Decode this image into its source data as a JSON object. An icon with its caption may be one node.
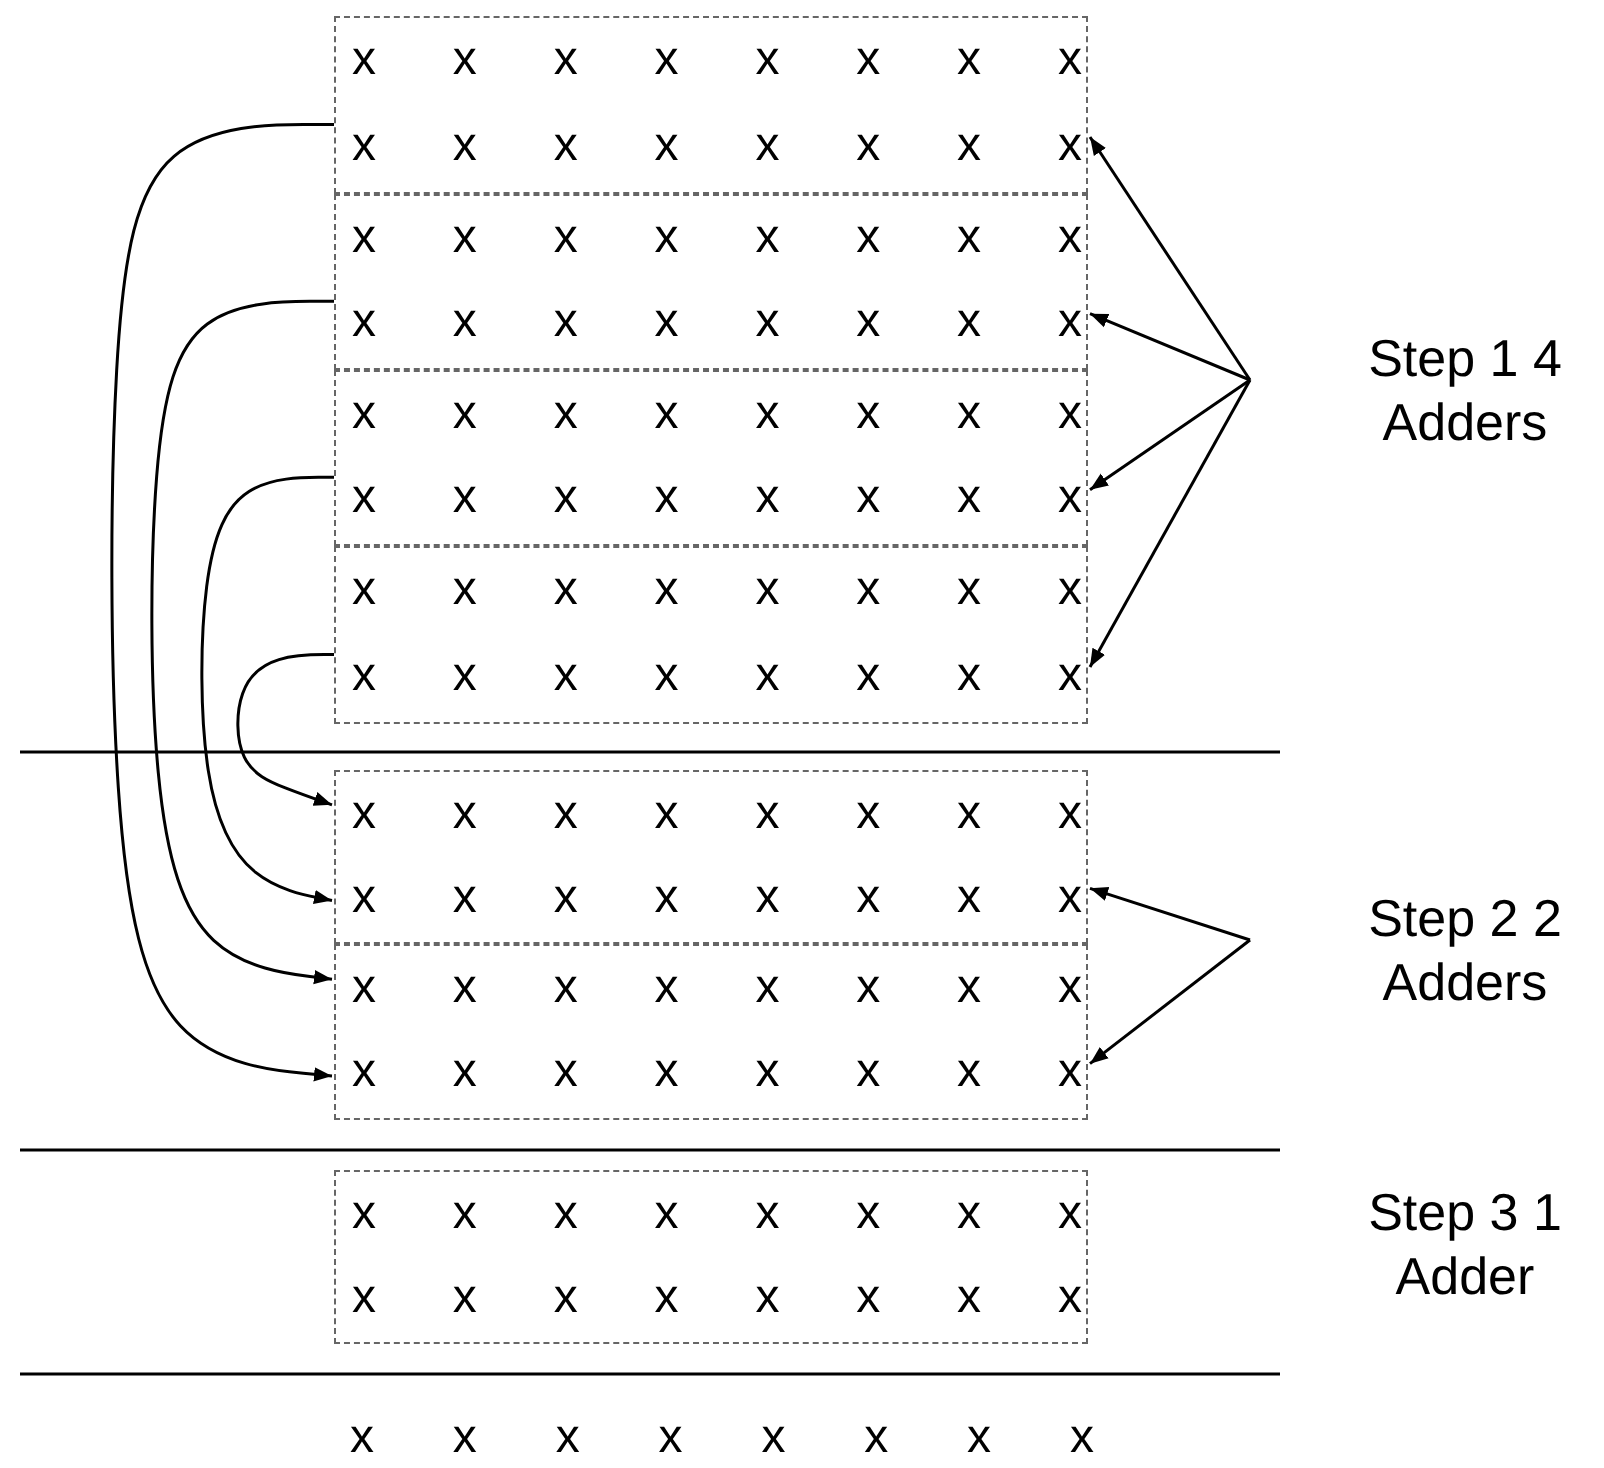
{
  "diagram": {
    "nodes": [
      {
        "text": [
          "x x x x x x x x",
          "x x x x x x x x"
        ]
      },
      {
        "text": [
          "x x x x x x x x",
          "x x x x x x x x"
        ]
      },
      {
        "text": [
          "x x x x x x x x",
          "x x x x x x x x"
        ]
      },
      {
        "text": [
          "x x x x x x x x",
          "x x x x x x x x"
        ]
      },
      {
        "text": [
          "Step 1 4 Adders"
        ]
      },
      {
        "text": [
          "x x x x x x x x",
          "x x x x x x x x"
        ]
      },
      {
        "text": [
          "x x x x x x x x",
          "x x x x x x x x"
        ]
      },
      {
        "text": [
          "Step 2 2 Adders"
        ]
      },
      {
        "text": [
          "x x x x x x x x",
          "x x x x x x x x"
        ]
      }
    ],
    "edges": [
      {
        "from": 4,
        "to": 0,
        "arrow": "to"
      },
      {
        "from": 4,
        "to": 1,
        "arrow": "to"
      },
      {
        "from": 4,
        "to": 2,
        "arrow": "to"
      },
      {
        "from": 4,
        "to": 3,
        "arrow": "to"
      },
      {
        "from": 7,
        "to": 5,
        "arrow": "to"
      },
      {
        "from": 7,
        "to": 6,
        "arrow": "to"
      },
      {
        "from": 0,
        "to": 6,
        "arrow": "to"
      },
      {
        "from": 1,
        "to": 6,
        "arrow": "to"
      },
      {
        "from": 2,
        "to": 5,
        "arrow": "to"
      },
      {
        "from": 3,
        "to": 5,
        "arrow": "to"
      }
    ],
    "labels": [
      "Step 3 1 Adder",
      "x x x x x x x x"
    ]
  }
}
